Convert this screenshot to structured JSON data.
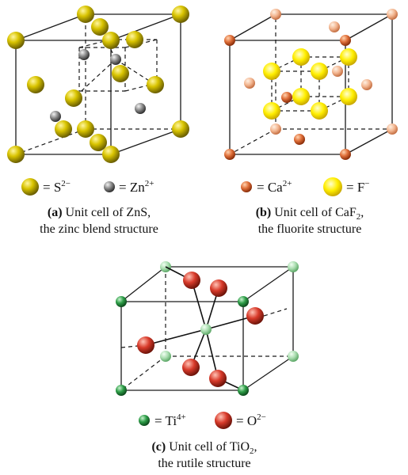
{
  "colors": {
    "sulfur": "#d9c400",
    "zinc": "#8c8c8c",
    "calcium": "#e0703a",
    "fluoride": "#ffee00",
    "titanium": "#2e9e48",
    "titanium_back": "#a8dcae",
    "oxygen": "#d83a2a"
  },
  "panel_a": {
    "legend": [
      {
        "icon": "sulfur-ion-icon",
        "eq": "= S",
        "charge": "2−"
      },
      {
        "icon": "zinc-ion-icon",
        "eq": "= Zn",
        "charge": "2+"
      }
    ],
    "caption": {
      "tag": "(a)",
      "line1": "Unit cell of ZnS,",
      "line2": "the zinc blend structure"
    }
  },
  "panel_b": {
    "legend": [
      {
        "icon": "calcium-ion-icon",
        "eq": "= Ca",
        "charge": "2+"
      },
      {
        "icon": "fluoride-ion-icon",
        "eq": "= F",
        "charge": "−"
      }
    ],
    "caption": {
      "tag": "(b)",
      "line1_main": "Unit cell of CaF",
      "line1_sub": "2",
      "line1_end": ",",
      "line2": "the fluorite structure"
    }
  },
  "panel_c": {
    "legend": [
      {
        "icon": "titanium-ion-icon",
        "eq": "= Ti",
        "charge": "4+"
      },
      {
        "icon": "oxygen-ion-icon",
        "eq": "= O",
        "charge": "2−"
      }
    ],
    "caption": {
      "tag": "(c)",
      "line1_main": "Unit cell of TiO",
      "line1_sub": "2",
      "line1_end": ",",
      "line2": "the rutile structure"
    }
  }
}
